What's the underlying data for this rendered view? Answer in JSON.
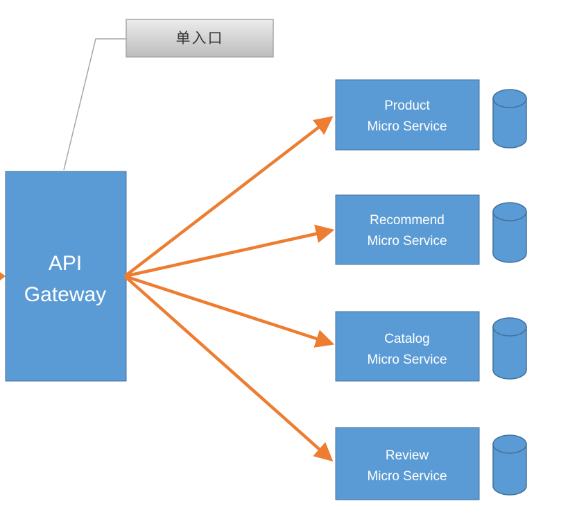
{
  "callout": {
    "label": "单入口"
  },
  "gateway": {
    "line1": "API",
    "line2": "Gateway"
  },
  "services": [
    {
      "line1": "Product",
      "line2": "Micro Service"
    },
    {
      "line1": "Recommend",
      "line2": "Micro Service"
    },
    {
      "line1": "Catalog",
      "line2": "Micro Service"
    },
    {
      "line1": "Review",
      "line2": "Micro Service"
    }
  ],
  "colors": {
    "box": "#5b9bd5",
    "box_border": "#41719c",
    "arrow": "#ed7d31",
    "callout_fill": "#d0d0d0",
    "callout_border": "#a6a6a6",
    "database": "#5b9bd5"
  }
}
